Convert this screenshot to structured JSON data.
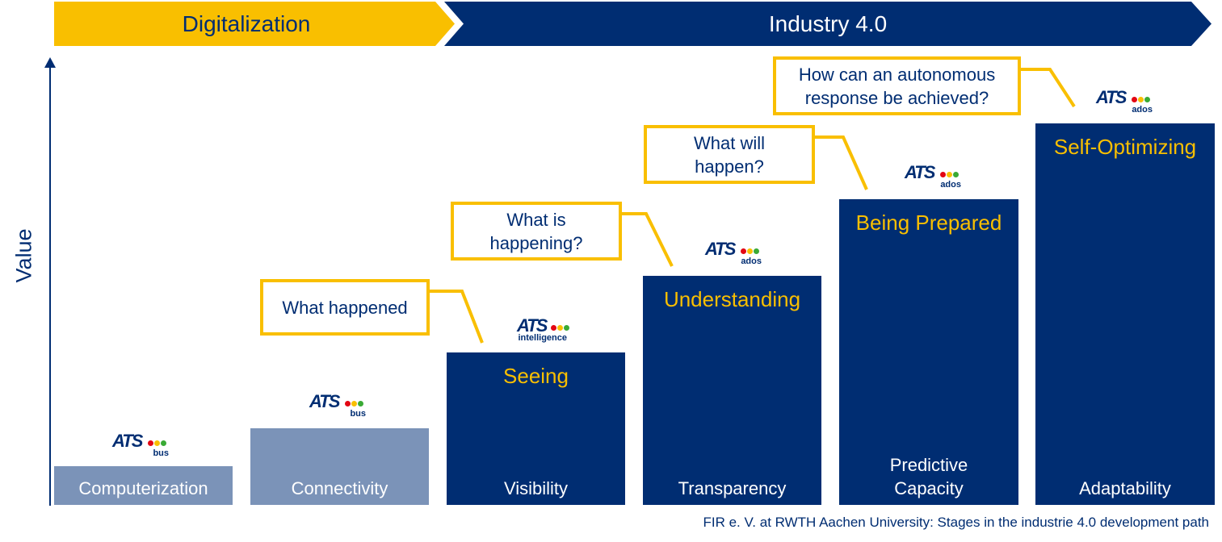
{
  "header": {
    "digitalization_label": "Digitalization",
    "industry_label": "Industry 4.0"
  },
  "axis": {
    "y_label": "Value"
  },
  "stages": [
    {
      "bottom_label": "Computerization",
      "logo_word": "ATS",
      "logo_sub": "bus"
    },
    {
      "bottom_label": "Connectivity",
      "logo_word": "ATS",
      "logo_sub": "bus"
    },
    {
      "title": "Seeing",
      "bottom_label": "Visibility",
      "logo_word": "ATS",
      "logo_sub": "intelligence",
      "question": "What happened"
    },
    {
      "title": "Understanding",
      "bottom_label": "Transparency",
      "logo_word": "ATS",
      "logo_sub": "ados",
      "question": "What is\nhappening?"
    },
    {
      "title": "Being Prepared",
      "bottom_label": "Predictive\nCapacity",
      "logo_word": "ATS",
      "logo_sub": "ados",
      "question": "What will\nhappen?"
    },
    {
      "title": "Self-Optimizing",
      "bottom_label": "Adaptability",
      "logo_word": "ATS",
      "logo_sub": "ados",
      "question": "How can an autonomous\nresponse be achieved?"
    }
  ],
  "caption": "FIR e. V. at RWTH Aachen University: Stages in the industrie 4.0 development path",
  "colors": {
    "navy": "#002D72",
    "gold": "#F9BF00",
    "light_bar": "#7B93B8",
    "dot_red": "#E30613",
    "dot_yellow": "#F9BF00",
    "dot_green": "#3AAA35"
  }
}
